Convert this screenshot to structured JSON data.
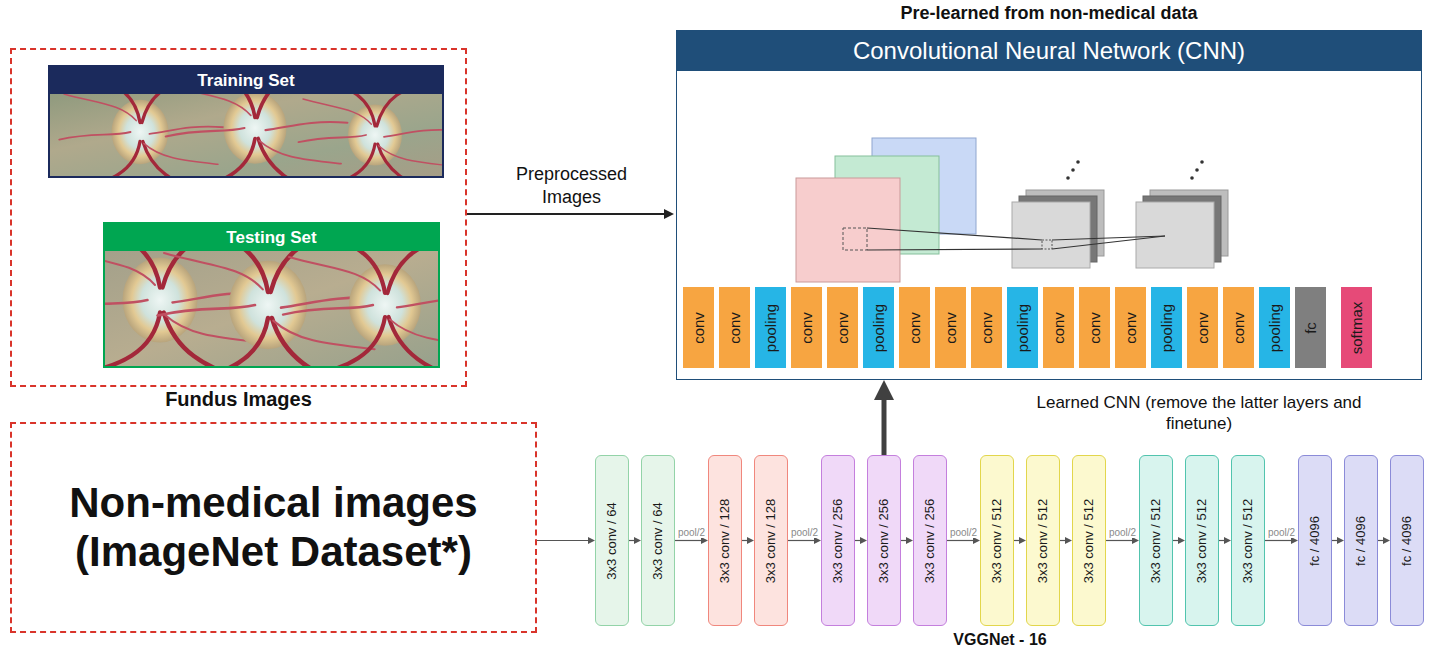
{
  "diagram": {
    "nodes": [
      {
        "text": [
          "Fundus Images"
        ]
      },
      {
        "text": [
          "Training Set"
        ],
        "in": 0
      },
      {
        "text": [
          "Testing Set"
        ],
        "in": 0
      },
      {
        "text": [
          "Pre-learned from non-medical data",
          "Convolutional Neural Network (CNN)"
        ]
      },
      {
        "text": [
          "conv"
        ],
        "in": 3
      },
      {
        "text": [
          "conv"
        ],
        "in": 3
      },
      {
        "text": [
          "pooling"
        ],
        "in": 3
      },
      {
        "text": [
          "conv"
        ],
        "in": 3
      },
      {
        "text": [
          "conv"
        ],
        "in": 3
      },
      {
        "text": [
          "pooling"
        ],
        "in": 3
      },
      {
        "text": [
          "conv"
        ],
        "in": 3
      },
      {
        "text": [
          "conv"
        ],
        "in": 3
      },
      {
        "text": [
          "conv"
        ],
        "in": 3
      },
      {
        "text": [
          "pooling"
        ],
        "in": 3
      },
      {
        "text": [
          "conv"
        ],
        "in": 3
      },
      {
        "text": [
          "conv"
        ],
        "in": 3
      },
      {
        "text": [
          "conv"
        ],
        "in": 3
      },
      {
        "text": [
          "pooling"
        ],
        "in": 3
      },
      {
        "text": [
          "conv"
        ],
        "in": 3
      },
      {
        "text": [
          "conv"
        ],
        "in": 3
      },
      {
        "text": [
          "pooling"
        ],
        "in": 3
      },
      {
        "text": [
          "fc"
        ],
        "in": 3
      },
      {
        "text": [
          "softmax"
        ],
        "in": 3
      },
      {
        "text": [
          "Non-medical images (ImageNet Dataset*)"
        ]
      },
      {
        "text": [
          "3x3 conv / 64"
        ]
      },
      {
        "text": [
          "3x3 conv / 64"
        ]
      },
      {
        "text": [
          "3x3 conv / 128"
        ]
      },
      {
        "text": [
          "3x3 conv / 128"
        ]
      },
      {
        "text": [
          "3x3 conv / 256"
        ]
      },
      {
        "text": [
          "3x3 conv / 256"
        ]
      },
      {
        "text": [
          "3x3 conv / 256"
        ]
      },
      {
        "text": [
          "3x3 conv / 512"
        ]
      },
      {
        "text": [
          "3x3 conv / 512"
        ]
      },
      {
        "text": [
          "3x3 conv / 512"
        ]
      },
      {
        "text": [
          "3x3 conv / 512"
        ]
      },
      {
        "text": [
          "3x3 conv / 512"
        ]
      },
      {
        "text": [
          "3x3 conv / 512"
        ]
      },
      {
        "text": [
          "fc / 4096"
        ]
      },
      {
        "text": [
          "fc / 4096"
        ]
      },
      {
        "text": [
          "fc / 4096"
        ]
      }
    ],
    "edges": [
      {
        "from": 0,
        "to": 3,
        "arrow": "to",
        "label": "Preprocessed Images"
      },
      {
        "from": 23,
        "to": 24,
        "arrow": "to"
      },
      {
        "from": 24,
        "to": 25,
        "arrow": "to"
      },
      {
        "from": 25,
        "to": 26,
        "arrow": "to",
        "label": "pool/2"
      },
      {
        "from": 26,
        "to": 27,
        "arrow": "to"
      },
      {
        "from": 27,
        "to": 28,
        "arrow": "to",
        "label": "pool/2"
      },
      {
        "from": 28,
        "to": 29,
        "arrow": "to"
      },
      {
        "from": 29,
        "to": 30,
        "arrow": "to"
      },
      {
        "from": 30,
        "to": 31,
        "arrow": "to",
        "label": "pool/2"
      },
      {
        "from": 31,
        "to": 32,
        "arrow": "to"
      },
      {
        "from": 32,
        "to": 33,
        "arrow": "to"
      },
      {
        "from": 33,
        "to": 34,
        "arrow": "to",
        "label": "pool/2"
      },
      {
        "from": 34,
        "to": 35,
        "arrow": "to"
      },
      {
        "from": 35,
        "to": 36,
        "arrow": "to"
      },
      {
        "from": 36,
        "to": 37,
        "arrow": "to",
        "label": "pool/2"
      },
      {
        "from": 37,
        "to": 38,
        "arrow": "to"
      },
      {
        "from": 38,
        "to": 39,
        "arrow": "to"
      },
      {
        "from": 29,
        "to": 3,
        "arrow": "to",
        "label": "Learned CNN (remove the latter layers and finetune)"
      }
    ],
    "labels": [
      "VGGNet - 16"
    ]
  }
}
